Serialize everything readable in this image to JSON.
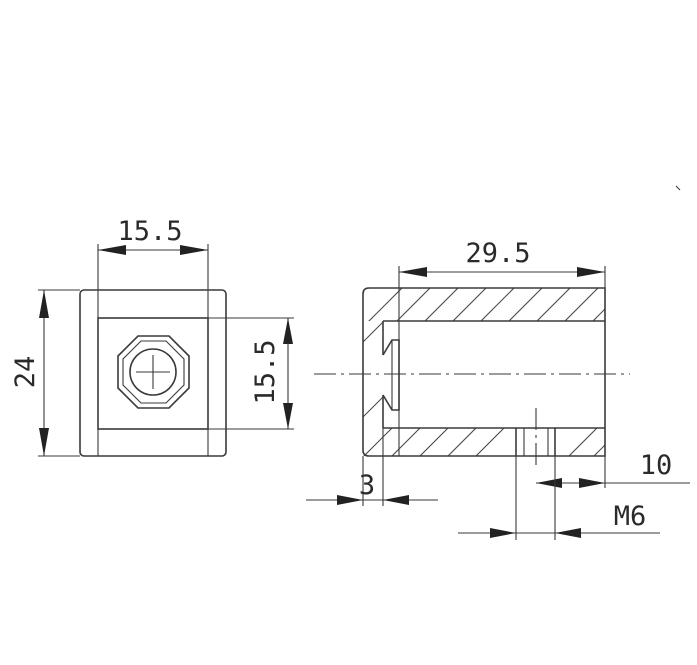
{
  "front_view": {
    "width_dim": "15.5",
    "height_dim": "24",
    "inner_dim": "15.5",
    "screw_symbol": "cross-recess-screw-icon"
  },
  "side_view": {
    "length_dim": "29.5",
    "wall_dim": "3",
    "hole_offset_dim": "10",
    "thread_dim": "M6"
  },
  "colors": {
    "line": "#3a3a3a",
    "background": "#ffffff"
  }
}
